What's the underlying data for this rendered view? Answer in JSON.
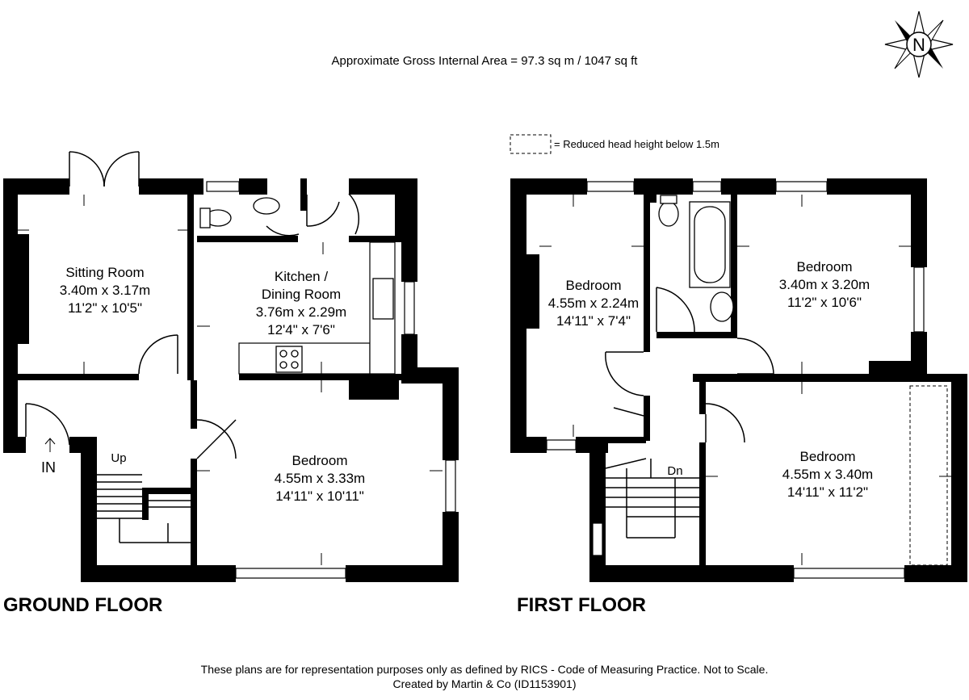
{
  "header": {
    "area_text": "Approximate Gross Internal Area = 97.3 sq m / 1047 sq ft"
  },
  "compass": {
    "label": "N"
  },
  "legend": {
    "text": "= Reduced head height below 1.5m"
  },
  "ground_floor": {
    "title": "GROUND FLOOR",
    "entrance": "IN",
    "stairs": "Up",
    "rooms": {
      "sitting": {
        "name": "Sitting Room",
        "metric": "3.40m x 3.17m",
        "imperial": "11'2\" x 10'5\""
      },
      "kitchen": {
        "name1": "Kitchen /",
        "name2": "Dining Room",
        "metric": "3.76m x 2.29m",
        "imperial": "12'4\" x 7'6\""
      },
      "bedroom": {
        "name": "Bedroom",
        "metric": "4.55m x 3.33m",
        "imperial": "14'11\" x 10'11\""
      }
    }
  },
  "first_floor": {
    "title": "FIRST FLOOR",
    "stairs": "Dn",
    "rooms": {
      "bedroom_left": {
        "name": "Bedroom",
        "metric": "4.55m x 2.24m",
        "imperial": "14'11\" x 7'4\""
      },
      "bedroom_right": {
        "name": "Bedroom",
        "metric": "3.40m x 3.20m",
        "imperial": "11'2\" x 10'6\""
      },
      "bedroom_bottom": {
        "name": "Bedroom",
        "metric": "4.55m x 3.40m",
        "imperial": "14'11\" x 11'2\""
      }
    }
  },
  "footer": {
    "line1": "These plans are for representation purposes only as defined by RICS - Code of Measuring Practice. Not to Scale.",
    "line2": "Created by Martin & Co (ID1153901)"
  }
}
